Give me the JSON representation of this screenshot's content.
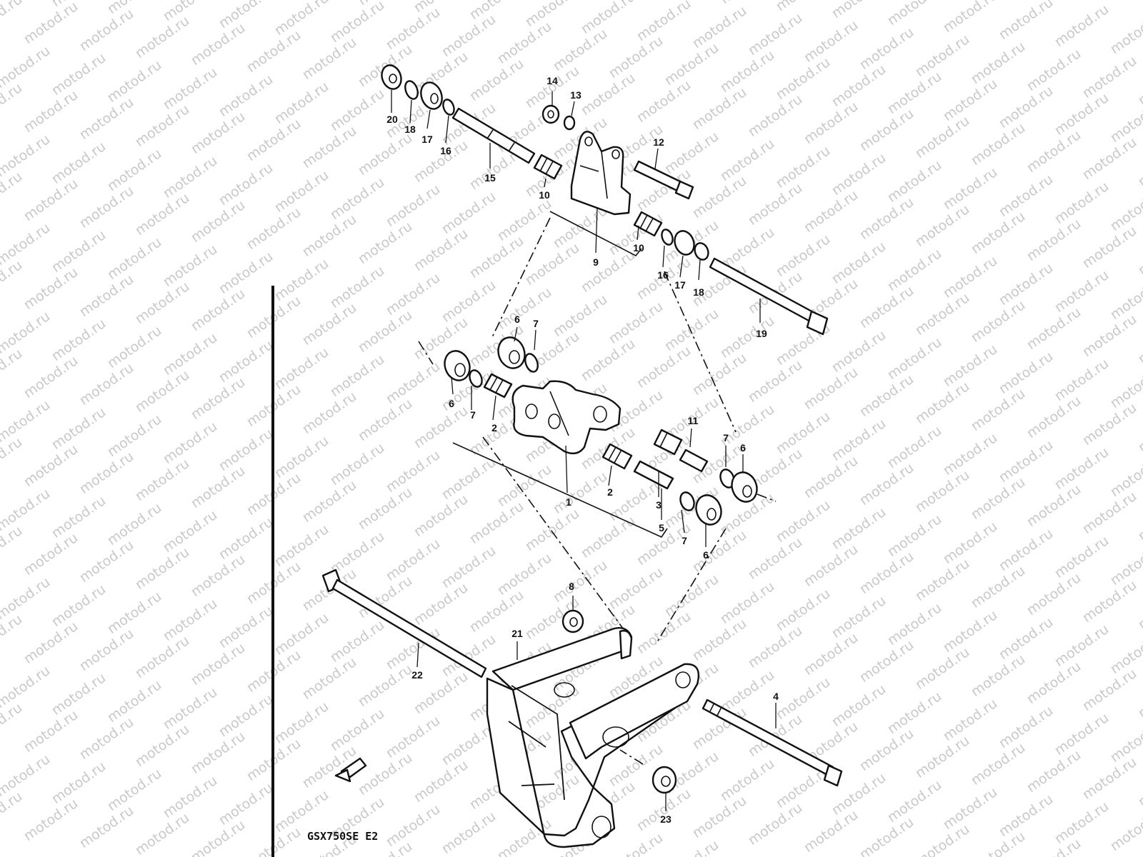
{
  "watermark": "motod.ru",
  "diagram_code": "GSX750SE E2",
  "part_labels": [
    "20",
    "18",
    "17",
    "16",
    "15",
    "14",
    "13",
    "12",
    "10",
    "10",
    "9",
    "16",
    "17",
    "18",
    "19",
    "6",
    "7",
    "6",
    "7",
    "2",
    "1",
    "2",
    "3",
    "5",
    "11",
    "7",
    "6",
    "7",
    "6",
    "8",
    "21",
    "22",
    "4",
    "23"
  ]
}
